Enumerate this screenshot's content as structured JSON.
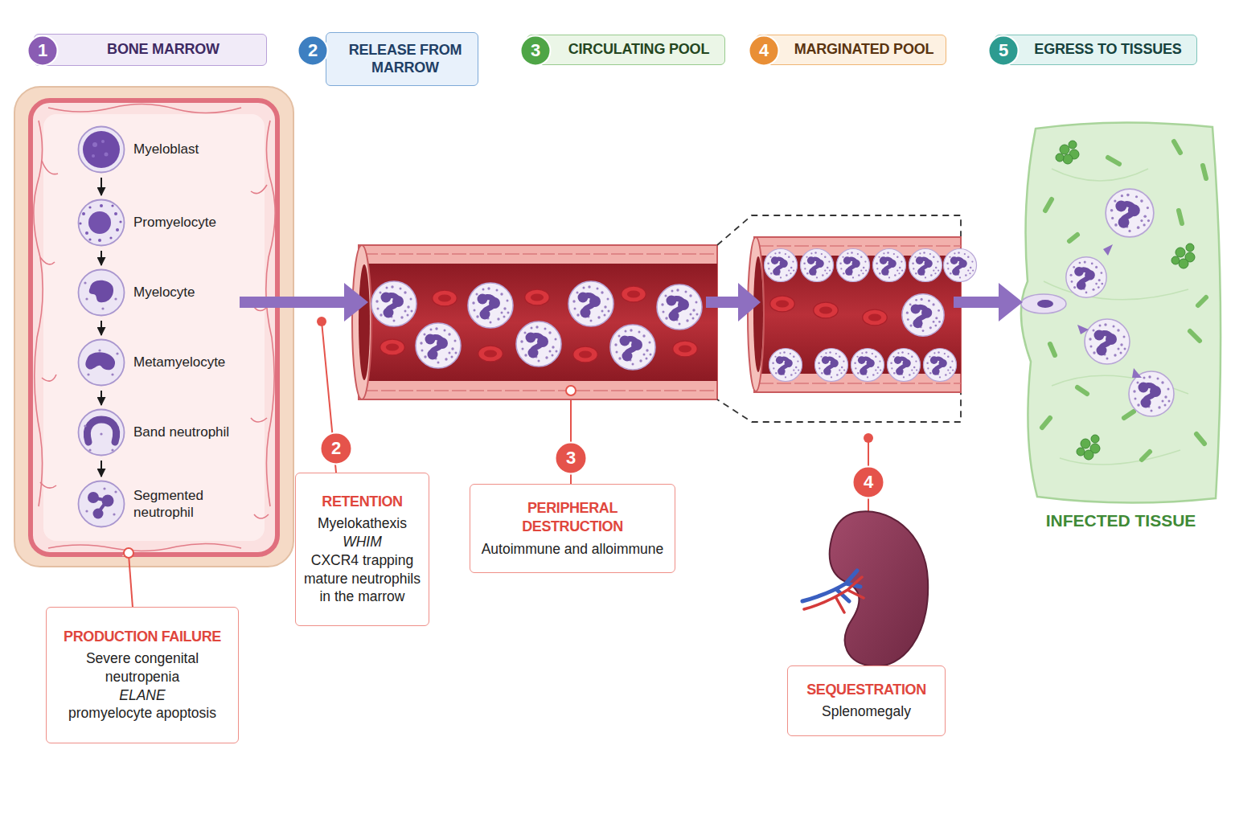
{
  "diagram": {
    "nodes": [
      {
        "text": [
          "BONE MARROW"
        ]
      },
      {
        "text": [
          "1"
        ],
        "in": 0
      },
      {
        "text": [
          "RELEASE FROM MARROW"
        ]
      },
      {
        "text": [
          "2"
        ],
        "in": 2
      },
      {
        "text": [
          "CIRCULATING POOL"
        ]
      },
      {
        "text": [
          "3"
        ],
        "in": 4
      },
      {
        "text": [
          "MARGINATED POOL"
        ]
      },
      {
        "text": [
          "4"
        ],
        "in": 6
      },
      {
        "text": [
          "EGRESS TO TISSUES"
        ]
      },
      {
        "text": [
          "5"
        ],
        "in": 8
      },
      {
        "text": [
          "Myeloblast"
        ]
      },
      {
        "text": [
          "Promyelocyte"
        ]
      },
      {
        "text": [
          "Myelocyte"
        ]
      },
      {
        "text": [
          "Metamyelocyte"
        ]
      },
      {
        "text": [
          "Band neutrophil"
        ]
      },
      {
        "text": [
          "Segmented neutrophil"
        ]
      },
      {
        "text": [
          "PRODUCTION FAILURE",
          "Severe congenital neutropenia",
          "ELANE",
          "promyelocyte apoptosis"
        ]
      },
      {
        "text": [
          "2"
        ]
      },
      {
        "text": [
          "RETENTION",
          "Myelokathexis",
          "WHIM",
          "CXCR4 trapping mature neutrophils in the marrow"
        ]
      },
      {
        "text": [
          "3"
        ]
      },
      {
        "text": [
          "PERIPHERAL DESTRUCTION",
          "Autoimmune and alloimmune"
        ]
      },
      {
        "text": [
          "4"
        ]
      },
      {
        "text": [
          "SEQUESTRATION",
          "Splenomegaly"
        ]
      },
      {
        "text": [
          "INFECTED TISSUE"
        ]
      }
    ],
    "edges": [
      {
        "from": 10,
        "to": 11,
        "arrow": "to"
      },
      {
        "from": 11,
        "to": 12,
        "arrow": "to"
      },
      {
        "from": 12,
        "to": 13,
        "arrow": "to"
      },
      {
        "from": 13,
        "to": 14,
        "arrow": "to"
      },
      {
        "from": 14,
        "to": 15,
        "arrow": "to"
      }
    ]
  }
}
